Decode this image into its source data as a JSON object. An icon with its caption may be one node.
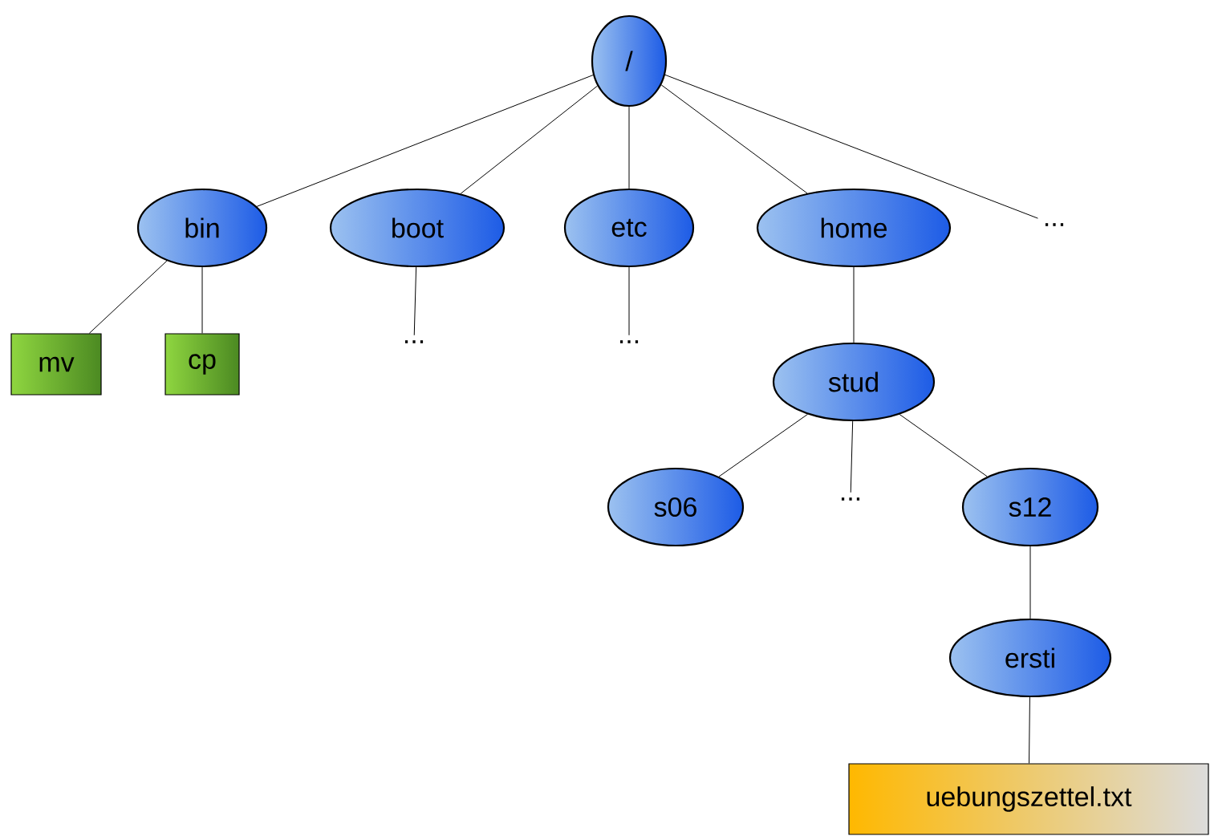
{
  "diagram": {
    "nodes": [
      {
        "text": [
          "/"
        ]
      },
      {
        "text": [
          "bin"
        ]
      },
      {
        "text": [
          "boot"
        ]
      },
      {
        "text": [
          "etc"
        ]
      },
      {
        "text": [
          "home"
        ]
      },
      {
        "text": [
          "..."
        ]
      },
      {
        "text": [
          "mv"
        ]
      },
      {
        "text": [
          "cp"
        ]
      },
      {
        "text": [
          "..."
        ]
      },
      {
        "text": [
          "..."
        ]
      },
      {
        "text": [
          "stud"
        ]
      },
      {
        "text": [
          "s06"
        ]
      },
      {
        "text": [
          "..."
        ]
      },
      {
        "text": [
          "s12"
        ]
      },
      {
        "text": [
          "ersti"
        ]
      },
      {
        "text": [
          "uebungszettel.txt"
        ]
      }
    ],
    "edges": [
      {
        "from": 0,
        "to": 1,
        "arrow": "none"
      },
      {
        "from": 0,
        "to": 2,
        "arrow": "none"
      },
      {
        "from": 0,
        "to": 3,
        "arrow": "none"
      },
      {
        "from": 0,
        "to": 4,
        "arrow": "none"
      },
      {
        "from": 0,
        "to": 5,
        "arrow": "none"
      },
      {
        "from": 1,
        "to": 6,
        "arrow": "none"
      },
      {
        "from": 1,
        "to": 7,
        "arrow": "none"
      },
      {
        "from": 2,
        "to": 8,
        "arrow": "none"
      },
      {
        "from": 3,
        "to": 9,
        "arrow": "none"
      },
      {
        "from": 4,
        "to": 10,
        "arrow": "none"
      },
      {
        "from": 10,
        "to": 11,
        "arrow": "none"
      },
      {
        "from": 10,
        "to": 12,
        "arrow": "none"
      },
      {
        "from": 10,
        "to": 13,
        "arrow": "none"
      },
      {
        "from": 13,
        "to": 14,
        "arrow": "none"
      },
      {
        "from": 14,
        "to": 15,
        "arrow": "none"
      }
    ]
  }
}
